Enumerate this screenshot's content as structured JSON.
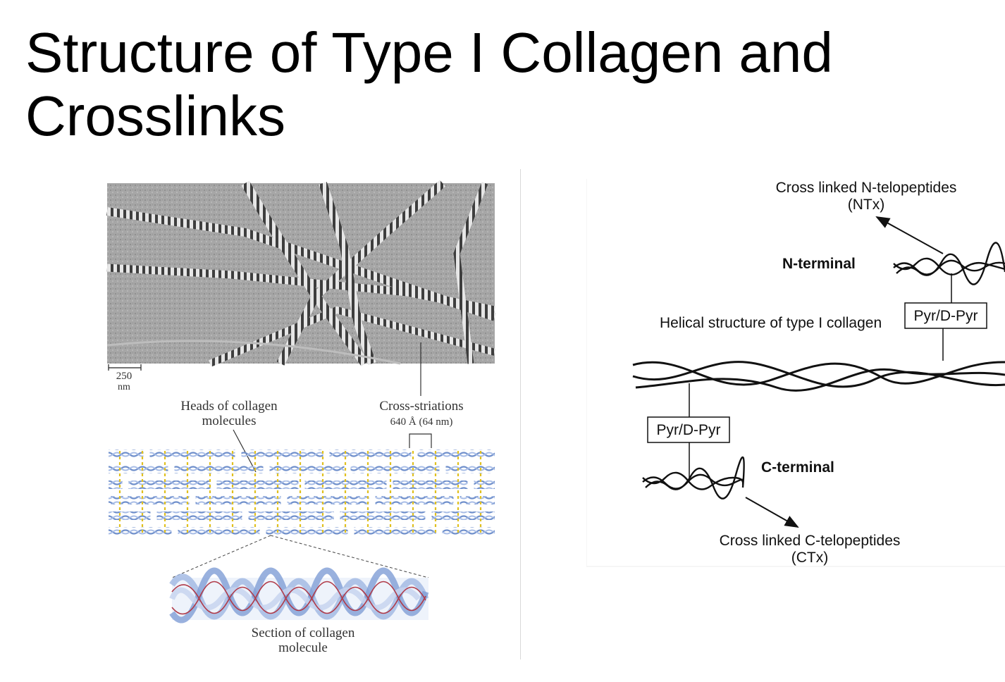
{
  "slide": {
    "title_line1": "Structure of Type I Collagen and",
    "title_line2": "Crosslinks"
  },
  "left_figure": {
    "scale_bar": {
      "value": "250",
      "unit": "nm"
    },
    "heads_label_line1": "Heads of collagen",
    "heads_label_line2": "molecules",
    "striations_label": "Cross-striations",
    "striations_value": "640 Å (64 nm)",
    "section_label_line1": "Section of collagen",
    "section_label_line2": "molecule",
    "colors": {
      "fibril_blue": "#7e9cd3",
      "crosslink_yellow": "#e0c020",
      "strand_red": "#b03a48",
      "micrograph_gray": "#a9a9a9"
    }
  },
  "right_figure": {
    "ntx_label_line1": "Cross linked N-telopeptides",
    "ntx_label_line2": "(NTx)",
    "n_terminal_label": "N-terminal",
    "helical_label": "Helical structure of type I collagen",
    "pyr_top_label": "Pyr/D-Pyr",
    "pyr_bottom_label": "Pyr/D-Pyr",
    "c_terminal_label": "C-terminal",
    "ctx_label_line1": "Cross linked C-telopeptides",
    "ctx_label_line2": "(CTx)"
  }
}
